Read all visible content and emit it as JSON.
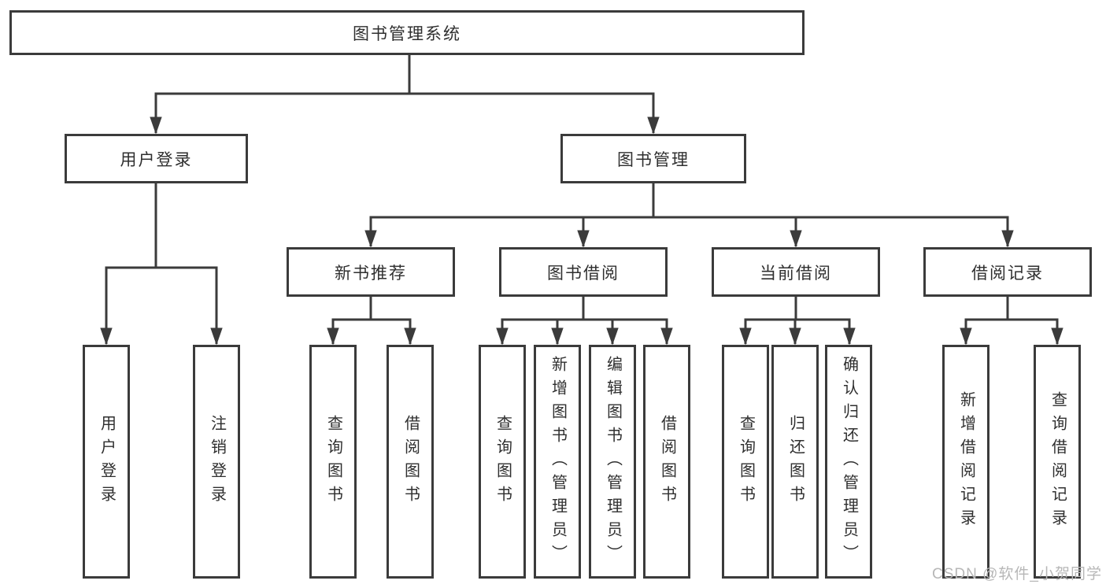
{
  "diagram": {
    "root": {
      "label": "图书管理系统"
    },
    "branches": [
      {
        "label": "用户登录",
        "children": [
          {
            "label": "用户登录"
          },
          {
            "label": "注销登录"
          }
        ]
      },
      {
        "label": "图书管理",
        "children": [
          {
            "label": "新书推荐",
            "children": [
              {
                "label": "查询图书"
              },
              {
                "label": "借阅图书"
              }
            ]
          },
          {
            "label": "图书借阅",
            "children": [
              {
                "label": "查询图书"
              },
              {
                "label": "新增图书（管理员）"
              },
              {
                "label": "编辑图书（管理员）"
              },
              {
                "label": "借阅图书"
              }
            ]
          },
          {
            "label": "当前借阅",
            "children": [
              {
                "label": "查询图书"
              },
              {
                "label": "归还图书"
              },
              {
                "label": "确认归还（管理员）"
              }
            ]
          },
          {
            "label": "借阅记录",
            "children": [
              {
                "label": "新增借阅记录"
              },
              {
                "label": "查询借阅记录"
              }
            ]
          }
        ]
      }
    ]
  },
  "watermark": {
    "text": "CSDN @软件_小贺同学"
  },
  "colors": {
    "line": "#3b3b3b",
    "text": "#2f2f2f",
    "watermark": "#b7b7b7",
    "background": "#ffffff"
  }
}
